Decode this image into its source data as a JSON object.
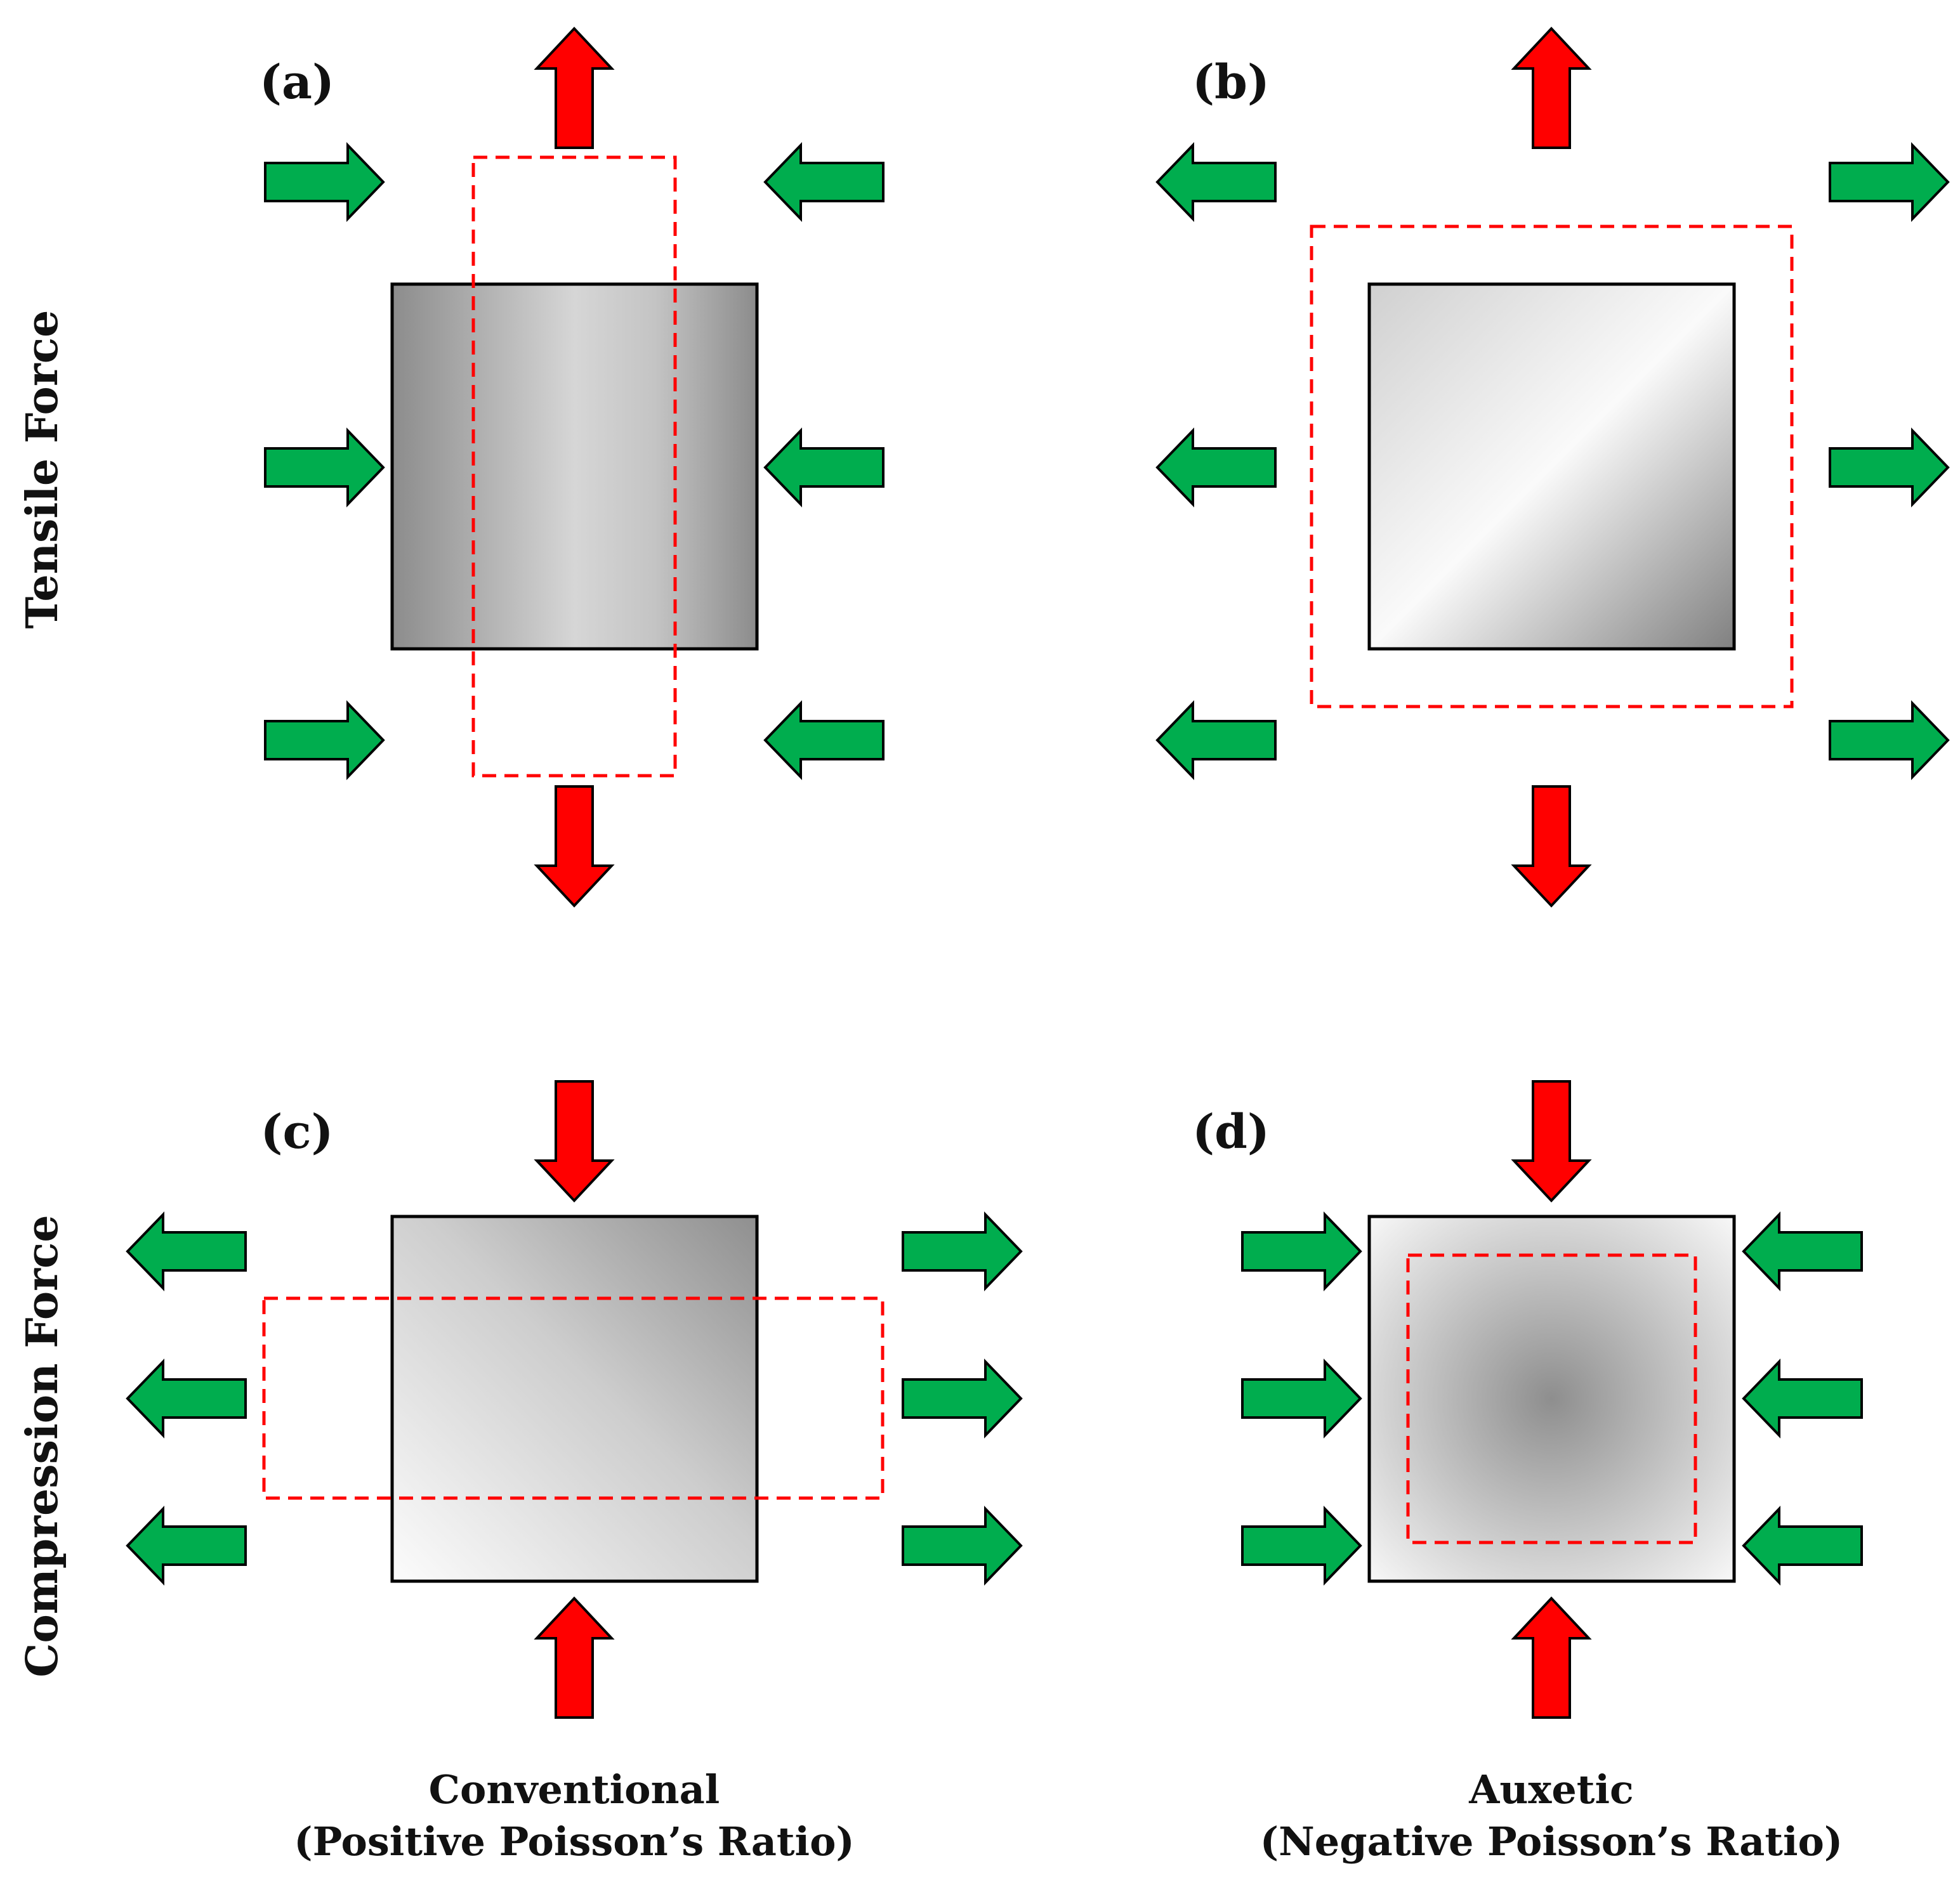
{
  "row_labels": {
    "top": "Tensile Force",
    "bottom": "Compression Force"
  },
  "panels": {
    "a": {
      "label": "(a)"
    },
    "b": {
      "label": "(b)"
    },
    "c": {
      "label": "(c)"
    },
    "d": {
      "label": "(d)"
    }
  },
  "columns": {
    "left": {
      "line1": "Conventional",
      "line2": "(Positive Poisson’s Ratio)"
    },
    "right": {
      "line1": "Auxetic",
      "line2": "(Negative Poisson’s Ratio)"
    }
  },
  "colors": {
    "force_arrow": "#ff0000",
    "lateral_arrow": "#00ad4e",
    "outline": "#000000",
    "deformed_outline": "#ff0000"
  }
}
